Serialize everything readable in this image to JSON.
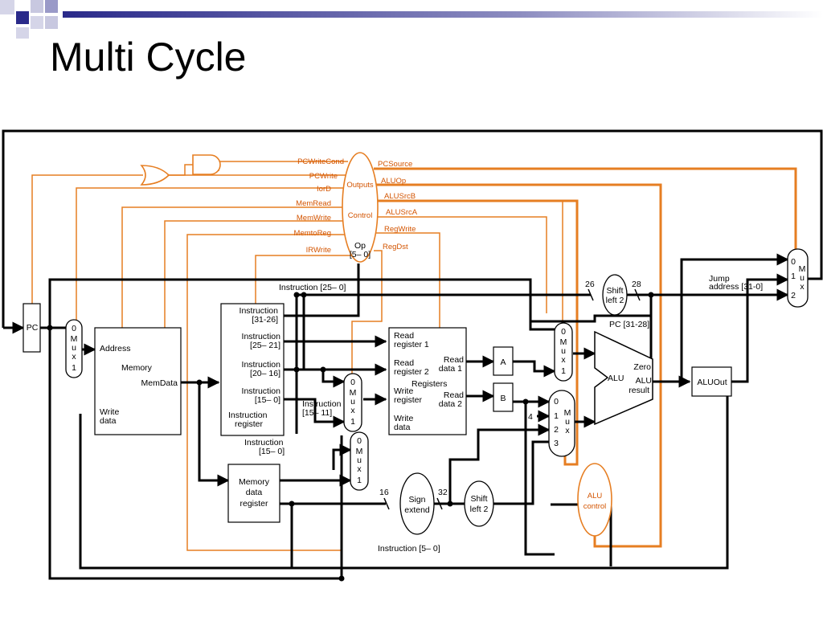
{
  "title": "Multi Cycle",
  "colors": {
    "datapath": "#000000",
    "control": "#e67e22",
    "control_text": "#d35400",
    "deco_square": "#3b3b9a",
    "deco_gradient_end": "#ffffff"
  },
  "control_unit": {
    "outputs": "Outputs",
    "control": "Control",
    "op": "Op",
    "op_bits": "[5– 0]"
  },
  "control_signals_left": [
    "PCWriteCond",
    "PCWrite",
    "IorD",
    "MemRead",
    "MemWrite",
    "MemtoReg",
    "IRWrite"
  ],
  "control_signals_right": [
    "PCSource",
    "ALUOp",
    "ALUSrcB",
    "ALUSrcA",
    "RegWrite",
    "RegDst"
  ],
  "pc": "PC",
  "mux": {
    "m": "M",
    "u": "u",
    "x": "x",
    "in0": "0",
    "in1": "1",
    "in2": "2",
    "in3": "3"
  },
  "memory": {
    "address": "Address",
    "name": "Memory",
    "memdata": "MemData",
    "write": "Write",
    "data": "data"
  },
  "instruction_register": {
    "f1a": "Instruction",
    "f1b": "[31-26]",
    "f2a": "Instruction",
    "f2b": "[25– 21]",
    "f3a": "Instruction",
    "f3b": "[20– 16]",
    "f4a": "Instruction",
    "f4b": "[15– 0]",
    "name_a": "Instruction",
    "name_b": "register"
  },
  "instr_labels": {
    "top": "Instruction [25– 0]",
    "i15_11_a": "Instruction",
    "i15_11_b": "[15– 11]",
    "i15_0_a": "Instruction",
    "i15_0_b": "[15– 0]",
    "i5_0": "Instruction [5– 0]"
  },
  "mdr": {
    "a": "Memory",
    "b": "data",
    "c": "register"
  },
  "registers": {
    "rr1a": "Read",
    "rr1b": "register 1",
    "rr2a": "Read",
    "rr2b": "register 2",
    "wra": "Write",
    "wrb": "register",
    "wda": "Write",
    "wdb": "data",
    "name": "Registers",
    "rd1a": "Read",
    "rd1b": "data 1",
    "rd2a": "Read",
    "rd2b": "data 2"
  },
  "reg_a": "A",
  "reg_b": "B",
  "sign_extend": {
    "a": "Sign",
    "b": "extend",
    "in_bits": "16",
    "out_bits": "32"
  },
  "shift_left_2": {
    "a": "Shift",
    "b": "left 2"
  },
  "shift_top": {
    "a": "Shift",
    "b": "left 2",
    "in_bits": "26",
    "out_bits": "28"
  },
  "jump": {
    "a": "Jump",
    "b": "address [31-0]",
    "pc_bits": "PC [31-28]"
  },
  "alu": {
    "name": "ALU",
    "zero": "Zero",
    "result_a": "ALU",
    "result_b": "result"
  },
  "const_four": "4",
  "alu_out": "ALUOut",
  "alu_control": {
    "a": "ALU",
    "b": "control"
  }
}
